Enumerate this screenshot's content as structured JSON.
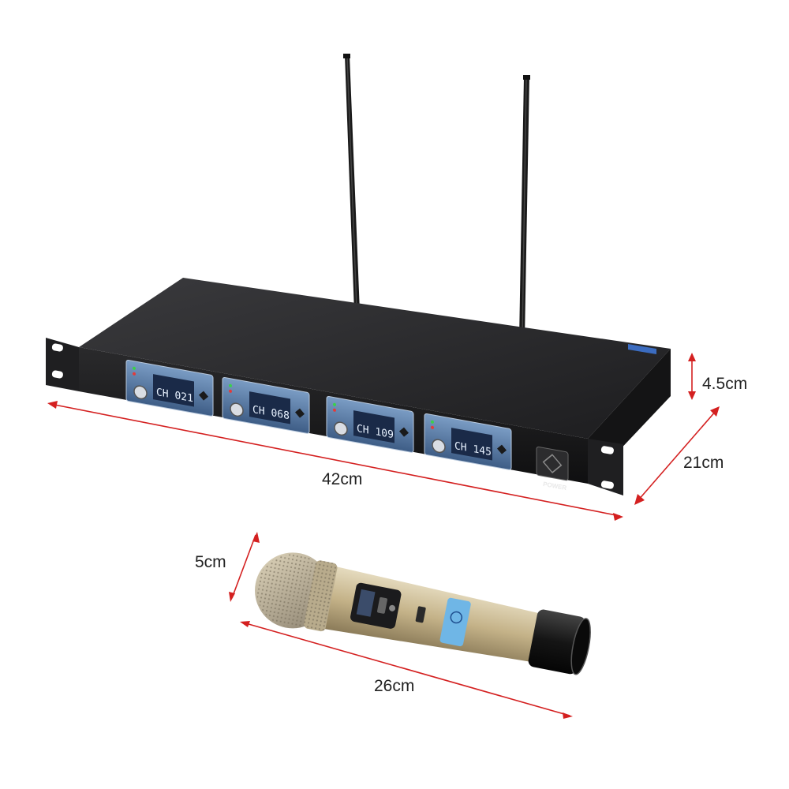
{
  "dimensions": {
    "receiver_height": "4.5cm",
    "receiver_depth": "21cm",
    "receiver_width": "42cm",
    "mic_diameter": "5cm",
    "mic_length": "26cm"
  },
  "receiver": {
    "power_label": "POWER",
    "channels": [
      {
        "display": "CH 021"
      },
      {
        "display": "CH 068"
      },
      {
        "display": "CH 109"
      },
      {
        "display": "CH 145"
      }
    ]
  },
  "colors": {
    "dimension_arrow": "#d42020",
    "receiver_body": "#1c1c1e",
    "panel_blue": "#5a7fa8",
    "mic_body": "#cbbb94"
  }
}
